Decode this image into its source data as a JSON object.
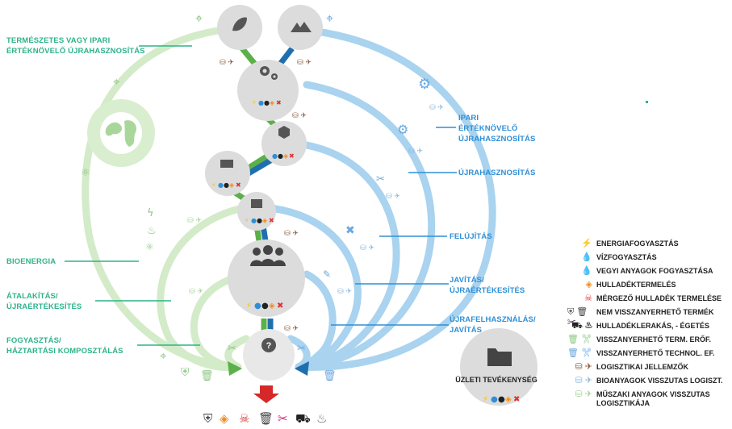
{
  "labels_left": {
    "natural_industrial": "TERMÉSZETES VAGY IPARI\nÉRTÉKNÖVELŐ ÚJRAHASZNOSÍTÁS",
    "bioenergy": "BIOENERGIA",
    "transformation": "ÁTALAKÍTÁS/\nÚJRAÉRTÉKESÍTÉS",
    "consumption": "FOGYASZTÁS/\nHÁZTARTÁSI KOMPOSZTÁLÁS"
  },
  "labels_right": {
    "industrial_upcycling": "IPARI\nÉRTÉKNÖVELŐ\nÚJRAHASZNOSÍTÁS",
    "recycling": "ÚJRAHASZNOSÍTÁS",
    "refurbishment": "FELÚJÍTÁS",
    "repair": "JAVÍTÁS/\nÚJRAÉRTÉKESÍTÉS",
    "reuse": "ÚJRAFELHASZNÁLÁS/\nJAVÍTÁS"
  },
  "business_label": "ÜZLETI TEVÉKENYSÉG",
  "legend": [
    {
      "icons": "⚡",
      "color": "#f0c400",
      "text": "ENERGIAFOGYASZTÁS"
    },
    {
      "icons": "💧",
      "color": "#2f8fd6",
      "text": "VÍZFOGYASZTÁS"
    },
    {
      "icons": "💧",
      "color": "#222222",
      "text": "VEGYI ANYAGOK FOGYASZTÁSA"
    },
    {
      "icons": "◈",
      "color": "#f08c1c",
      "text": "HULLADÉKTERMELÉS"
    },
    {
      "icons": "☠",
      "color": "#e03030",
      "text": "MÉRGEZŐ HULLADÉK TERMELÉSE"
    },
    {
      "icons": "⛨ 🗑 ✂",
      "color": "#444444",
      "text": "NEM VISSZANYERHETŐ TERMÉK"
    },
    {
      "icons": "⛟ ♨",
      "color": "#222222",
      "text": "HULLADÉKLERAKÁS, - ÉGETÉS"
    },
    {
      "icons": "🗑 ✂",
      "color": "#8cc884",
      "text": "VISSZANYERHETŐ TERM. ERŐF."
    },
    {
      "icons": "🗑 ✂",
      "color": "#6aa8e0",
      "text": "VISSZANYERHETŐ TECHNOL. EF."
    },
    {
      "icons": "⛁ ✈",
      "color": "#8a5a3a",
      "text": "LOGISZTIKAI JELLEMZŐK"
    },
    {
      "icons": "⛁ ✈",
      "color": "#8ab8e0",
      "text": "BIOANYAGOK VISSZUTAS LOGISZT."
    },
    {
      "icons": "⛁ ✈",
      "color": "#a8d49c",
      "text": "MŰSZAKI ANYAGOK VISSZUTAS\nLOGISZTIKÁJA"
    }
  ],
  "colors": {
    "green_arc": "#cfe8c4",
    "blue_arc": "#a8d2ef",
    "node": "#dcdcdc",
    "label_green": "#2db38a",
    "label_blue": "#2f8fd6",
    "connector_green": "#5bb04a",
    "connector_blue": "#1f6fae",
    "arrow_red": "#d62828"
  },
  "icons": {
    "top_left_node": "leaf-icon",
    "top_right_node": "mountain-icon",
    "center_top_node": "gears-icon",
    "chemistry_node": "box-icon",
    "left_small_node": "pallet-icon",
    "store_node": "store-icon",
    "people_node": "people-icon",
    "question_node": "question-icon",
    "earth": "globe-icon",
    "business": "folder-icon"
  }
}
